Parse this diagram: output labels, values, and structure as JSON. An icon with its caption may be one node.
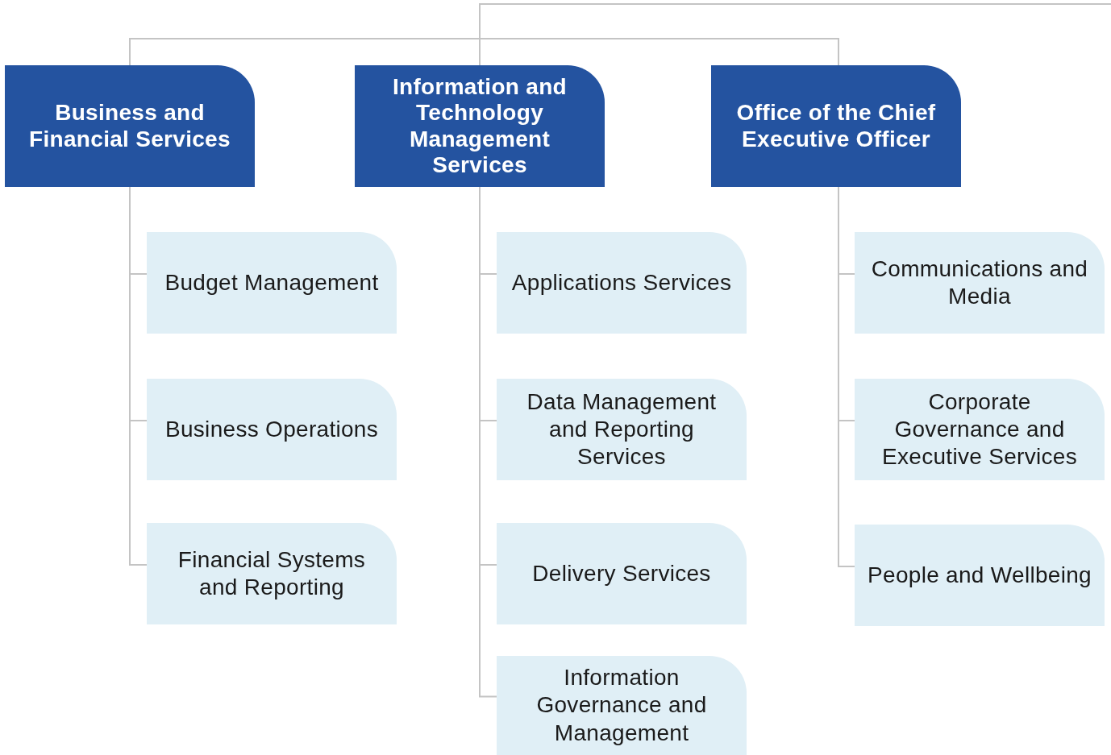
{
  "diagram": {
    "nodes": [
      {
        "text": [
          "Business and Financial Services"
        ]
      },
      {
        "text": [
          "Information and Technology Management Services"
        ]
      },
      {
        "text": [
          "Office of the Chief Executive Officer"
        ]
      },
      {
        "text": [
          "Budget Management"
        ]
      },
      {
        "text": [
          "Business Operations"
        ]
      },
      {
        "text": [
          "Financial Systems and Reporting"
        ]
      },
      {
        "text": [
          "Applications Services"
        ]
      },
      {
        "text": [
          "Data Management and Reporting Services"
        ]
      },
      {
        "text": [
          "Delivery Services"
        ]
      },
      {
        "text": [
          "Information Governance and Management"
        ]
      },
      {
        "text": [
          "Communications and Media"
        ]
      },
      {
        "text": [
          "Corporate Governance and Executive Services"
        ]
      },
      {
        "text": [
          "People and Wellbeing"
        ]
      }
    ],
    "edges": [
      {
        "from": 1,
        "to": null,
        "arrow": "none"
      },
      {
        "from": 1,
        "to": 0,
        "arrow": "none"
      },
      {
        "from": 1,
        "to": 2,
        "arrow": "none"
      },
      {
        "from": 0,
        "to": 3,
        "arrow": "none"
      },
      {
        "from": 0,
        "to": 4,
        "arrow": "none"
      },
      {
        "from": 0,
        "to": 5,
        "arrow": "none"
      },
      {
        "from": 1,
        "to": 6,
        "arrow": "none"
      },
      {
        "from": 1,
        "to": 7,
        "arrow": "none"
      },
      {
        "from": 1,
        "to": 8,
        "arrow": "none"
      },
      {
        "from": 1,
        "to": 9,
        "arrow": "none"
      },
      {
        "from": 2,
        "to": 10,
        "arrow": "none"
      },
      {
        "from": 2,
        "to": 11,
        "arrow": "none"
      },
      {
        "from": 2,
        "to": 12,
        "arrow": "none"
      }
    ]
  }
}
